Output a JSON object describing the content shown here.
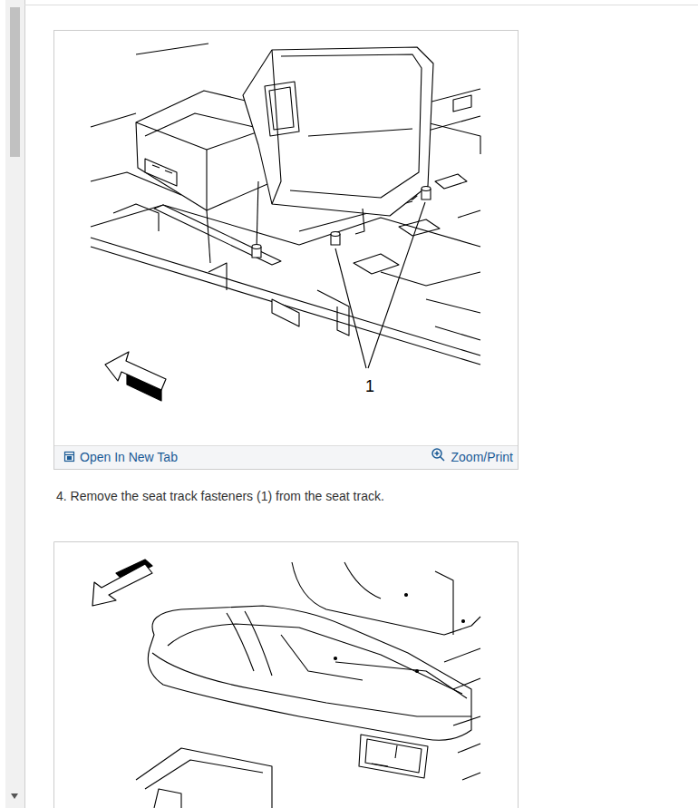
{
  "diagram": {
    "labels": [
      "1",
      "Open In New Tab",
      "Zoom/Print",
      "4. Remove the seat track fasteners (1) from the seat track."
    ]
  }
}
